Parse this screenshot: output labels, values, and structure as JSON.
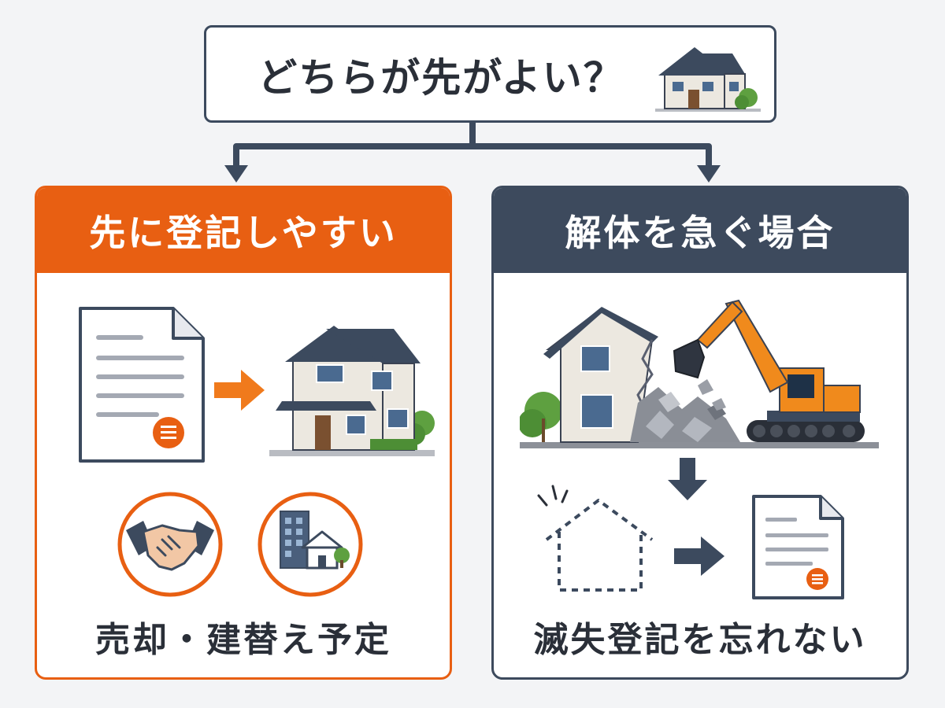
{
  "question": {
    "text": "どちらが先がよい？",
    "icon": "house-icon"
  },
  "left_panel": {
    "title": "先に登記しやすい",
    "caption": "売却・建替え予定",
    "accent": "#e85f12",
    "icons": [
      "document-icon",
      "arrow-right-icon",
      "house-icon",
      "handshake-icon",
      "building-house-icon"
    ]
  },
  "right_panel": {
    "title": "解体を急ぐ場合",
    "caption": "滅失登記を忘れない",
    "accent": "#3d4a5d",
    "icons": [
      "demolition-scene-icon",
      "excavator-icon",
      "arrow-down-icon",
      "demolished-house-outline-icon",
      "arrow-right-icon",
      "document-icon"
    ]
  }
}
